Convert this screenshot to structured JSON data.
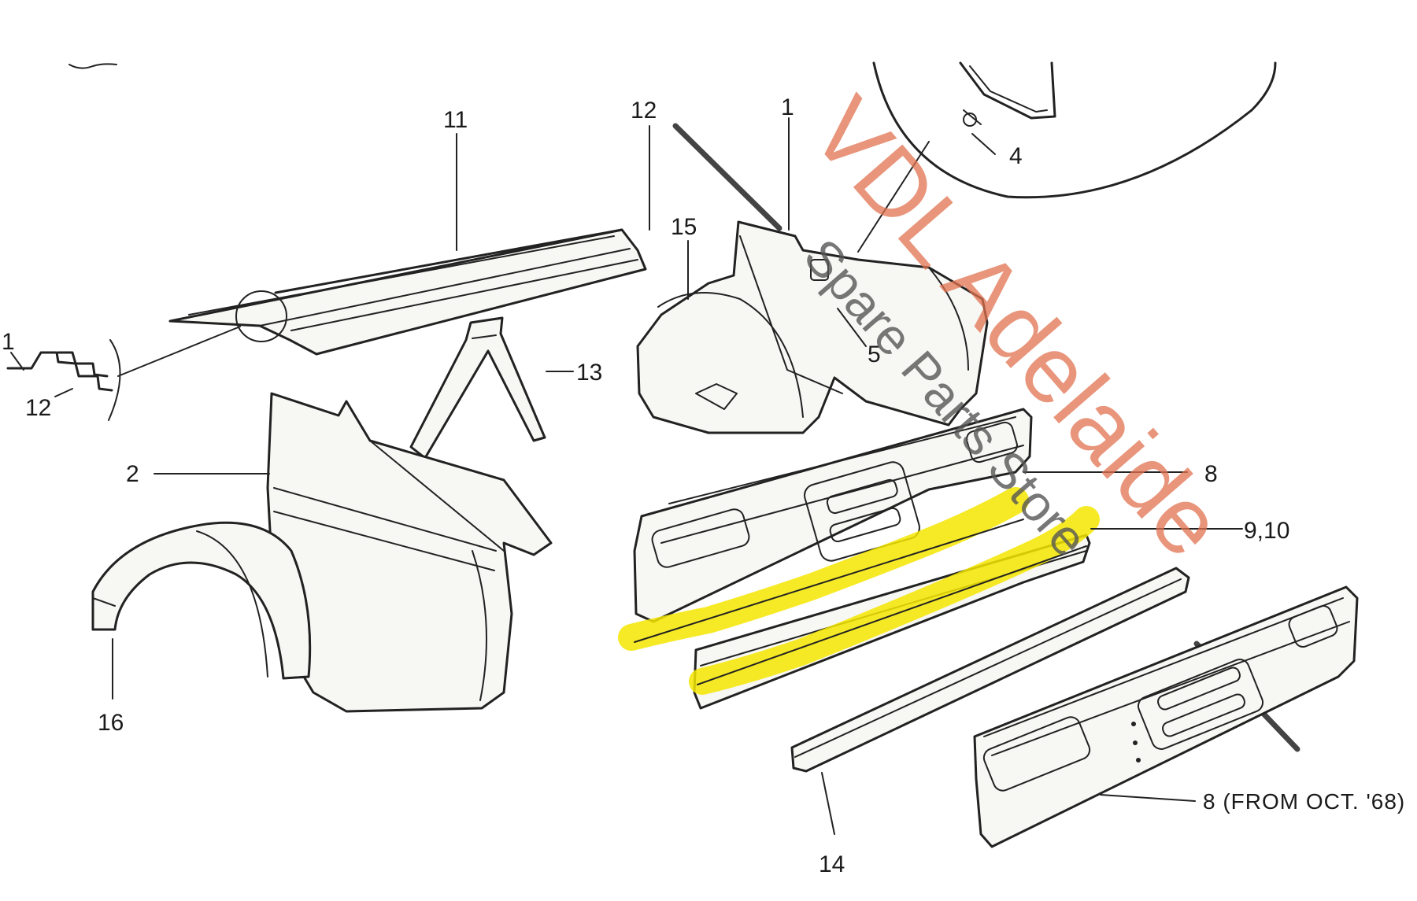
{
  "labels": {
    "l1_left": "1",
    "l12_left": "12",
    "l11": "11",
    "l12_top": "12",
    "l1_top": "1",
    "l15": "15",
    "l13": "13",
    "l2": "2",
    "l16": "16",
    "l4": "4",
    "l5": "5",
    "l8": "8",
    "l9_10": "9,10",
    "l14": "14",
    "l8_oct68": "8 (FROM OCT. '68)"
  },
  "watermark": {
    "brand": "VDL Adelaide",
    "tagline": "Spare Parts Store"
  },
  "colors": {
    "highlight": "#f5e600",
    "watermark_brand": "#e0714f",
    "watermark_tagline": "#555555",
    "line_art": "#222222"
  }
}
